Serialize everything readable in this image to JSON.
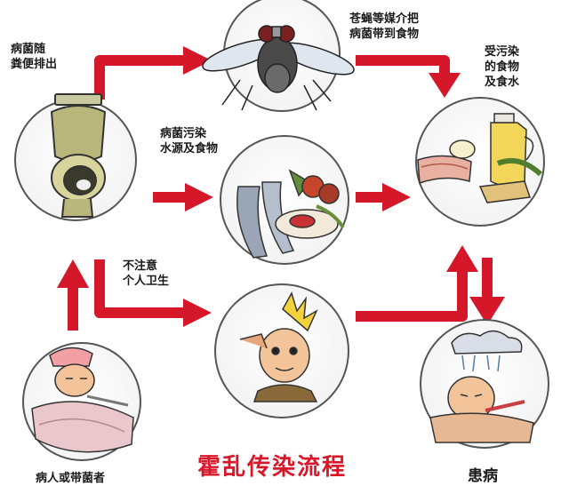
{
  "title": "霍乱传染流程",
  "colors": {
    "arrow": "#d4182a",
    "circle_stroke": "#555555",
    "title": "#d8182a"
  },
  "nodes": [
    {
      "id": "toilet",
      "icon": "toilet-icon"
    },
    {
      "id": "fly",
      "icon": "fly-icon"
    },
    {
      "id": "food-water",
      "icon": "food-and-water-icon"
    },
    {
      "id": "contaminated-food",
      "icon": "contaminated-food-icon"
    },
    {
      "id": "person",
      "icon": "unhygienic-person-icon"
    },
    {
      "id": "patient-carrier",
      "icon": "sick-person-icon"
    },
    {
      "id": "sick",
      "icon": "sick-patient-icon"
    }
  ],
  "labels": {
    "excrete": [
      "病菌随",
      "粪便排出"
    ],
    "fly_carry": [
      "苍蝇等媒介把",
      "病菌带到食物"
    ],
    "contaminated_food": [
      "受污染",
      "的食物",
      "及食水"
    ],
    "pollute_water": [
      "病菌污染",
      "水源及食物"
    ],
    "hygiene": [
      "不注意",
      "个人卫生"
    ],
    "patient_carrier": "病人或带菌者",
    "sick": "患病"
  }
}
